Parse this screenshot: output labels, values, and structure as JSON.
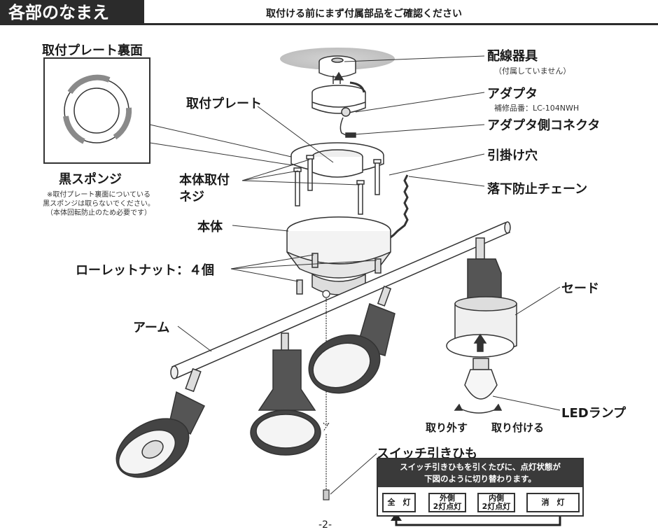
{
  "header": {
    "title": "各部のなまえ",
    "subtitle": "取付ける前にまず付属部品をご確認ください"
  },
  "labels": {
    "plate_back": "取付プレート裏面",
    "black_sponge": "黒スポンジ",
    "sponge_note": [
      "※取付プレート裏面についている",
      "黒スポンジは取らないでください。",
      "（本体回転防止のため必要です）"
    ],
    "wiring": "配線器具",
    "wiring_note": "（付属していません）",
    "adapter": "アダプタ",
    "adapter_part": "補修品番：LC-104NWH",
    "adapter_connector": "アダプタ側コネクタ",
    "mount_plate": "取付プレート",
    "hook_hole": "引掛け穴",
    "body_screw": [
      "本体取付",
      "ネジ"
    ],
    "drop_chain": "落下防止チェーン",
    "body": "本体",
    "knurl_nut": "ローレットナット：４個",
    "shade": "セード",
    "arm": "アーム",
    "led_lamp": "LEDランプ",
    "remove": "取り外す",
    "attach": "取り付ける",
    "pull_switch": "スイッチ引きひも"
  },
  "sequence": {
    "header": [
      "スイッチ引きひもを引くたびに、点灯状態が",
      "下図のように切り替わります。"
    ],
    "steps": [
      {
        "lines": [
          "全　灯"
        ]
      },
      {
        "lines": [
          "外側",
          "2灯点灯"
        ]
      },
      {
        "lines": [
          "内側",
          "2灯点灯"
        ]
      },
      {
        "lines": [
          "消　灯"
        ]
      }
    ]
  },
  "footer": {
    "page": "-2-"
  }
}
